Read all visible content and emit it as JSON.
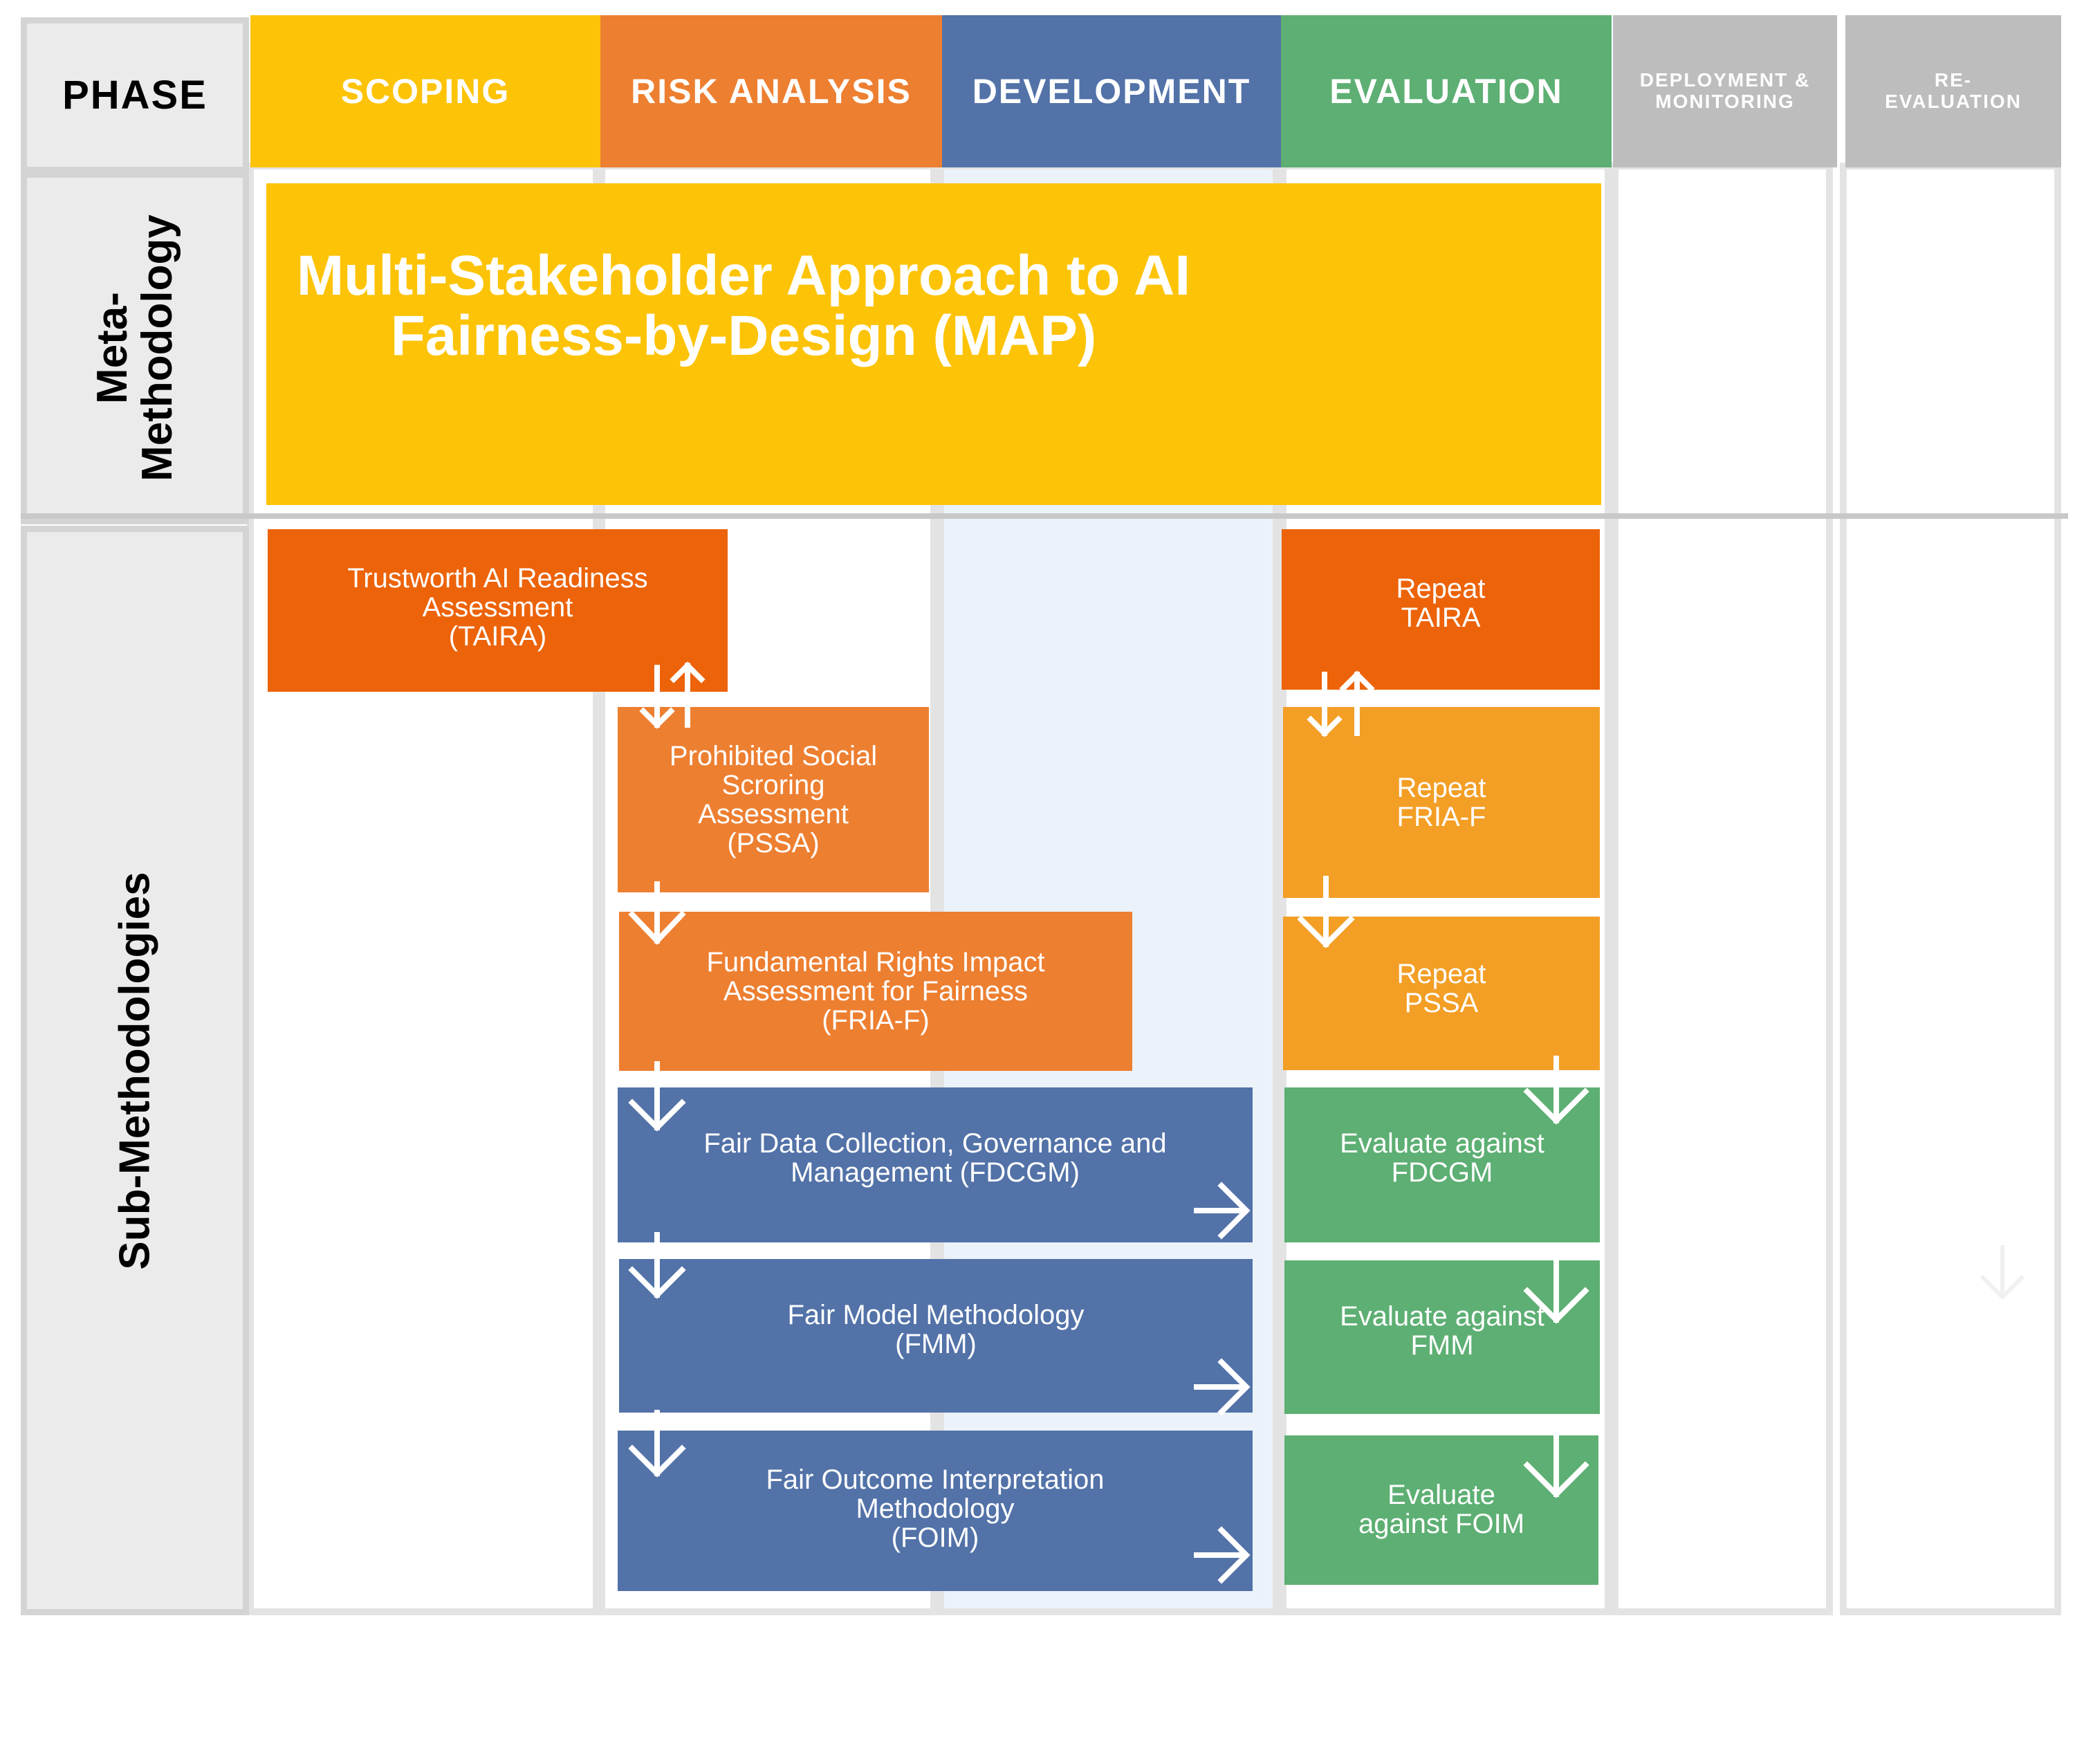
{
  "phase_label": "PHASE",
  "phases": [
    {
      "label": "SCOPING",
      "color": "#FDC307"
    },
    {
      "label": "RISK ANALYSIS",
      "color": "#ED7F31"
    },
    {
      "label": "DEVELOPMENT",
      "color": "#5272A8"
    },
    {
      "label": "EVALUATION",
      "color": "#5DAF73"
    },
    {
      "label": "DEPLOYMENT &\nMONITORING",
      "color": "#BDBDBD"
    },
    {
      "label": "RE-\nEVALUATION",
      "color": "#BDBDBD"
    }
  ],
  "rows": {
    "meta": "Meta-\nMethodology",
    "sub": "Sub-Methodologies"
  },
  "meta_box": {
    "label": "Multi-Stakeholder Approach to AI\nFairness-by-Design (MAP)",
    "color": "#FDC307"
  },
  "boxes": {
    "taira": "Trustworth AI Readiness\nAssessment\n(TAIRA)",
    "pssa": "Prohibited Social\nScroring\nAssessment\n(PSSA)",
    "fria": "Fundamental Rights Impact\nAssessment for Fairness\n(FRIA-F)",
    "fdcgm": "Fair Data Collection, Governance and\nManagement (FDCGM)",
    "fmm": "Fair Model Methodology\n(FMM)",
    "foim": "Fair Outcome Interpretation\nMethodology\n(FOIM)",
    "repeat_taira": "Repeat\nTAIRA",
    "repeat_fria": "Repeat\nFRIA-F",
    "repeat_pssa": "Repeat\nPSSA",
    "eval_fdcgm": "Evaluate against\nFDCGM",
    "eval_fmm": "Evaluate against\nFMM",
    "eval_foim": "Evaluate\nagainst FOIM"
  },
  "colors": {
    "dark_orange": "#EC6309",
    "orange": "#ED7F31",
    "light_orange": "#F39E25",
    "blue": "#5272A8",
    "green": "#5DAF73",
    "development_column_bg": "#EBF2FA"
  }
}
